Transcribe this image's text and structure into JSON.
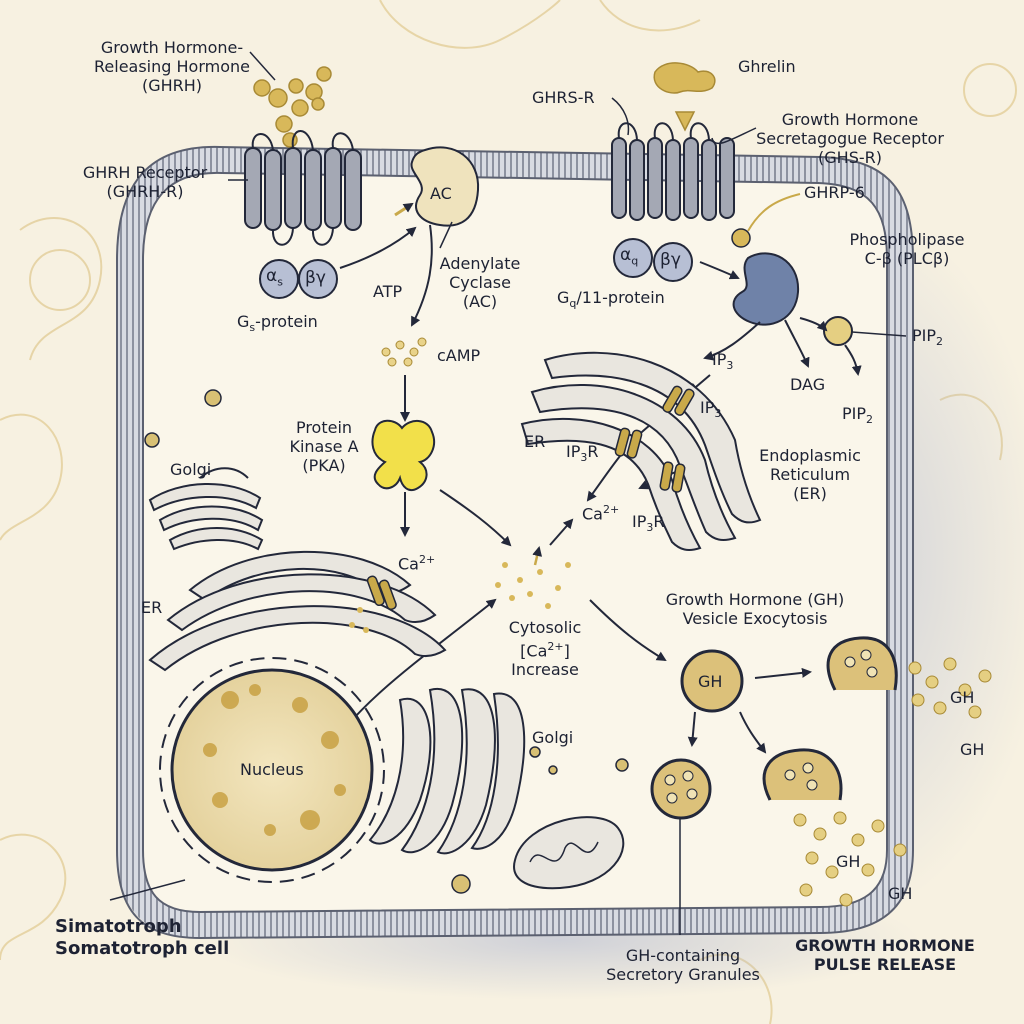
{
  "labels": {
    "ghrh": [
      "Growth Hormone-",
      "Releasing Hormone",
      "(GHRH)"
    ],
    "ghrh_receptor": [
      "GHRH Receptor",
      "(GHRH-R)"
    ],
    "alpha_s": "α",
    "alpha_s_sub": "s",
    "beta_gamma": "βγ",
    "gs_protein": "G",
    "gs_protein_sub": "s",
    "gs_protein_tail": "-protein",
    "atp": "ATP",
    "ac_short": "AC",
    "adenylate_cyclase": [
      "Adenylate",
      "Cyclase",
      "(AC)"
    ],
    "camp": "cAMP",
    "pka": [
      "Protein",
      "Kinase A",
      "(PKA)"
    ],
    "golgi_top": "Golgi",
    "er_left": "ER",
    "ca_left": "Ca",
    "ca_sup": "2+",
    "nucleus": "Nucleus",
    "golgi_mid": "Golgi",
    "cytosolic": [
      "Cytosolic",
      "[Ca",
      "2+",
      "]",
      "Increase"
    ],
    "ghrelin": "Ghrelin",
    "ghrs_r": "GHRS-R",
    "ghs_r": [
      "Growth Hormone",
      "Secretagogue Receptor",
      "(GHS-R)"
    ],
    "ghrp6": "GHRP-6",
    "alpha_q": "α",
    "alpha_q_sub": "q",
    "beta_gamma_q": "βγ",
    "gq_protein": "G",
    "gq_protein_sub": "q",
    "gq_protein_tail": "/11-protein",
    "plc": [
      "Phospholipase",
      "C-β (PLCβ)"
    ],
    "pip2_top": "PIP",
    "pip2_sub": "2",
    "ip3_a": "IP",
    "ip3_sub": "3",
    "dag": "DAG",
    "pip2_mid": "PIP",
    "ip3_b": "IP",
    "er_right": "ER",
    "ip3r_a": "IP",
    "ip3r_tail": "R",
    "er_full": [
      "Endoplasmic",
      "Reticulum",
      "(ER)"
    ],
    "ca_right": "Ca",
    "ip3r_b": "IP",
    "gh_exocytosis": [
      "Growth Hormone (GH)",
      "Vesicle Exocytosis"
    ],
    "gh_vesicle": "GH",
    "gh_out1": "GH",
    "gh_out2": "GH",
    "gh_out3": "GH",
    "gh_out4": "GH",
    "granules": [
      "GH-containing",
      "Secretory Granules"
    ],
    "pulse": [
      "GROWTH HORMONE",
      "PULSE RELEASE"
    ],
    "cell": [
      "Simatotroph",
      "Somatotroph cell"
    ]
  },
  "colors": {
    "background": "#f7f1e1",
    "membrane": "#a9adb8",
    "outline": "#23283a",
    "gold": "#c9a94a",
    "pka_yellow": "#f2e04a",
    "protein_blue": "#8696b5",
    "organelle": "#e9e6df"
  }
}
